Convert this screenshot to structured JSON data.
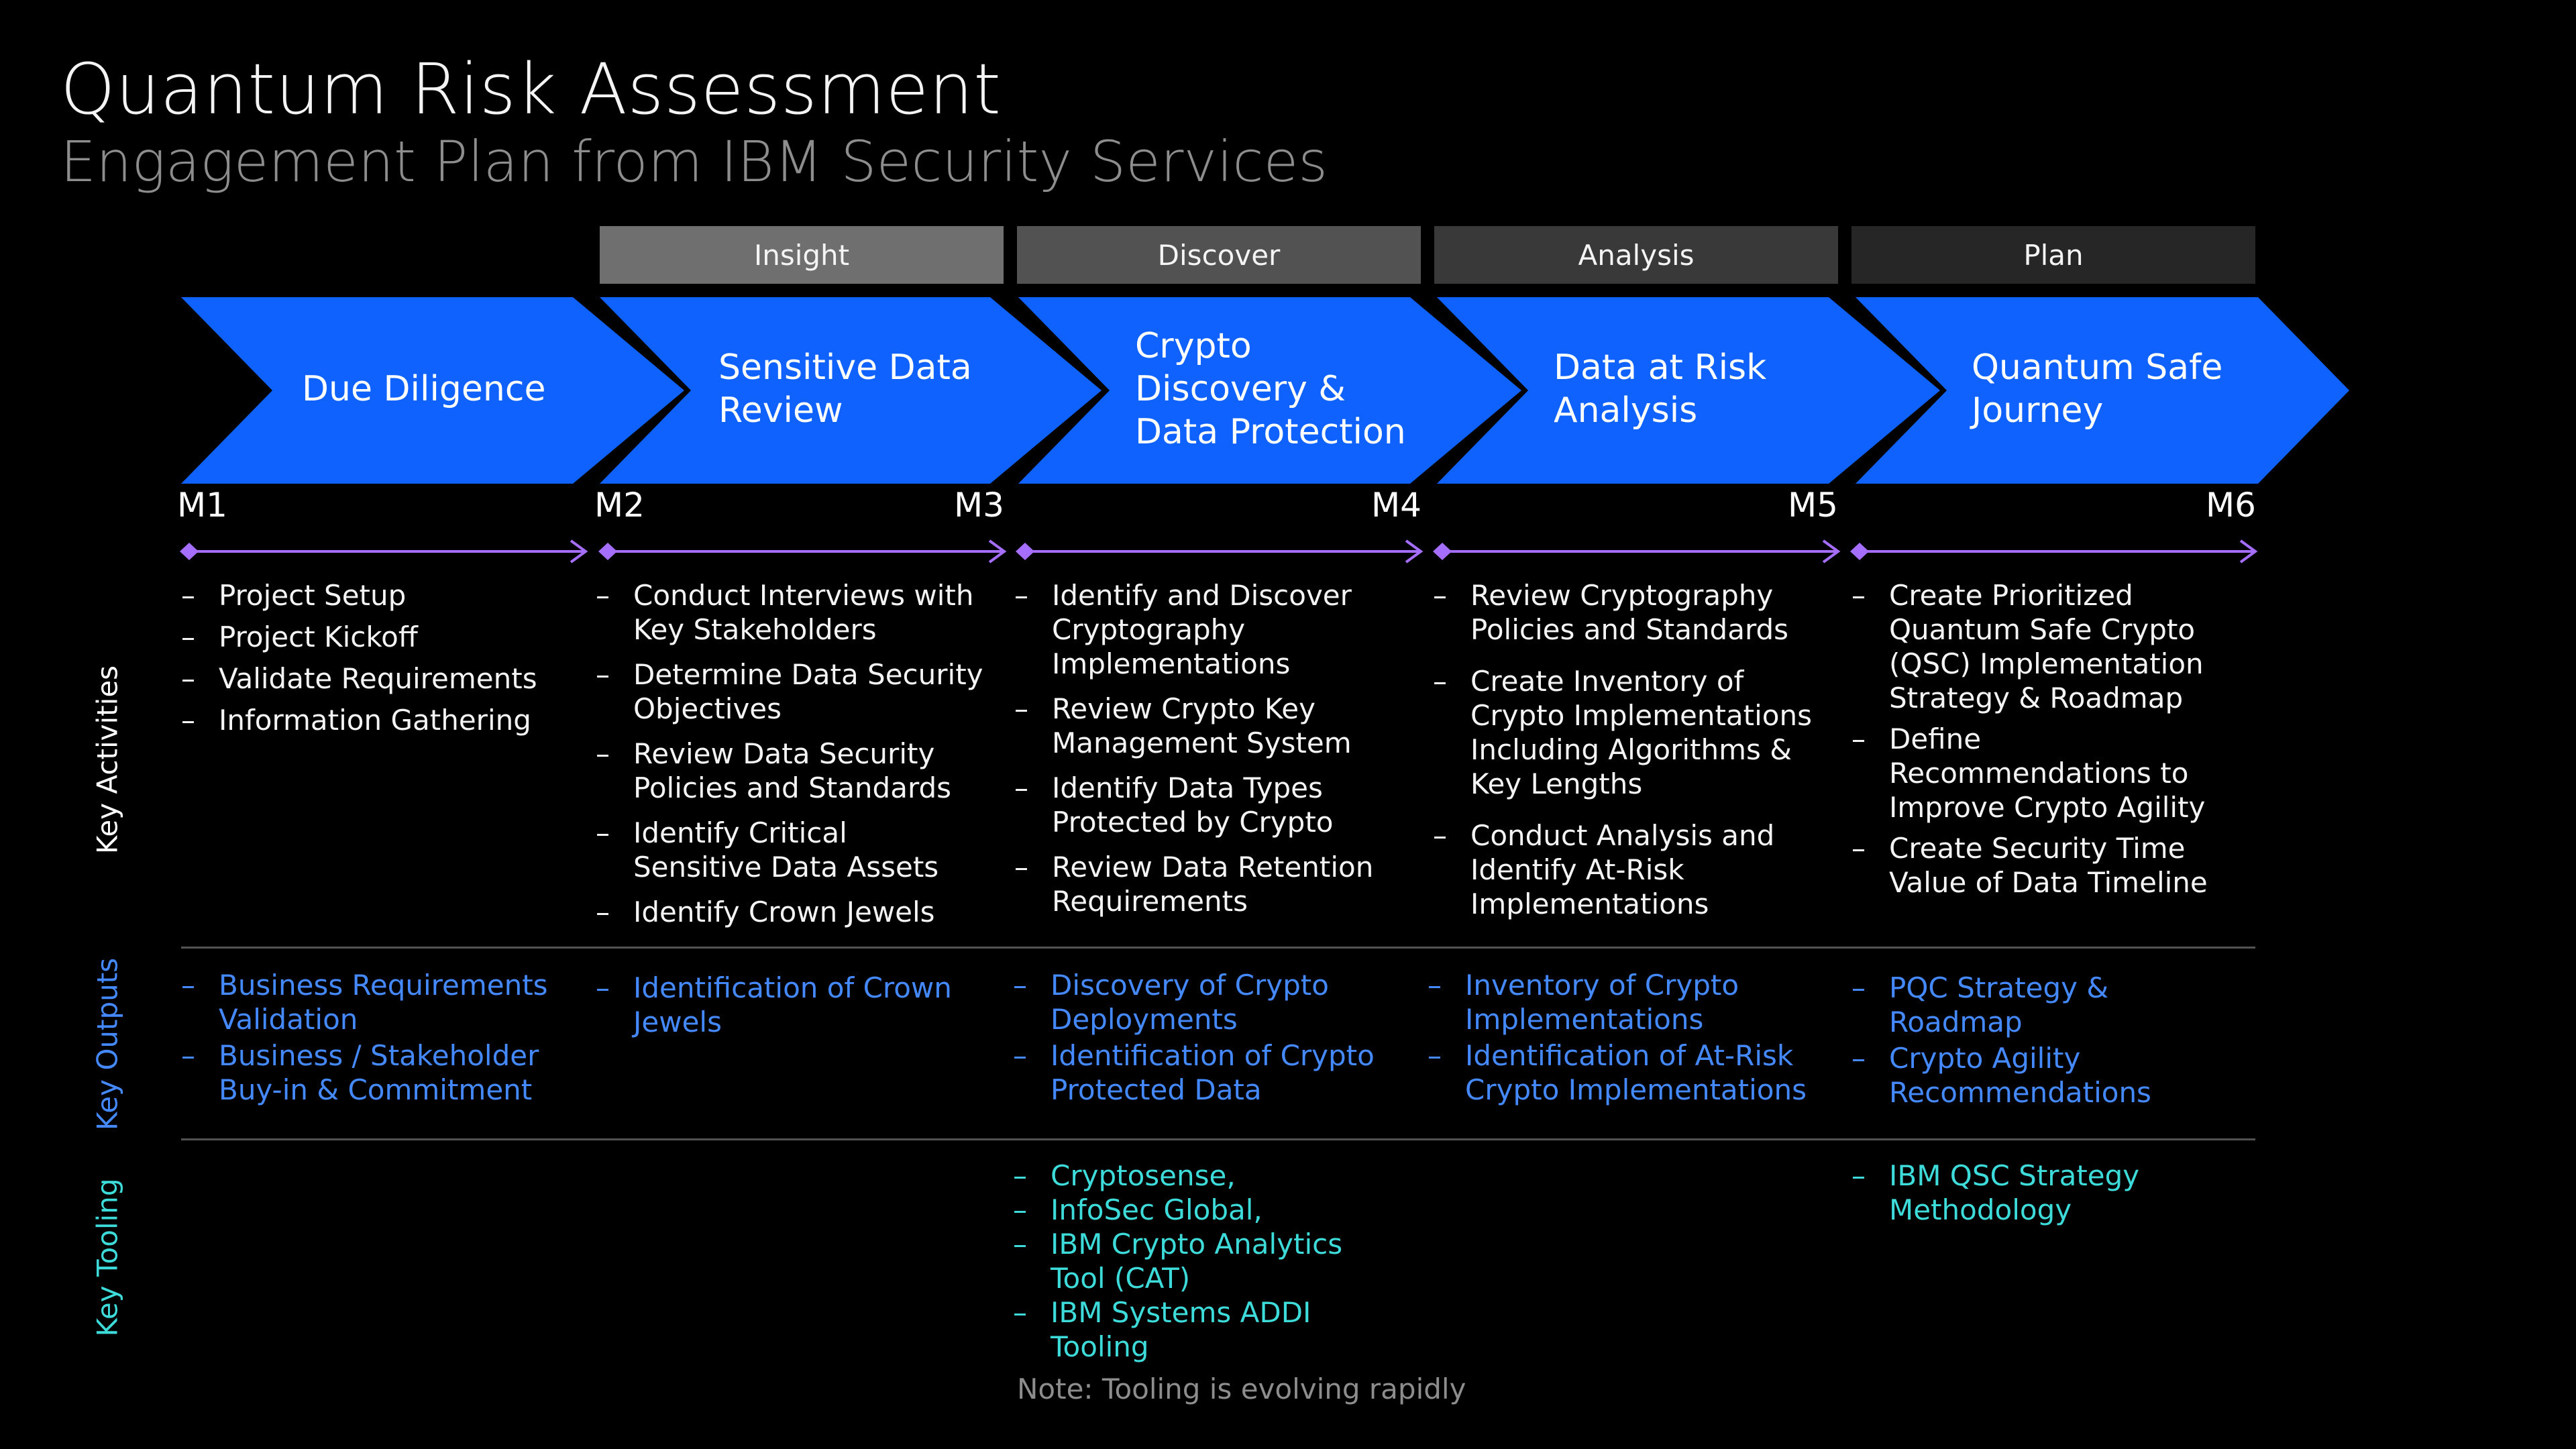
{
  "title": "Quantum Risk Assessment",
  "subtitle": "Engagement Plan from IBM Security Services",
  "phases": [
    "Insight",
    "Discover",
    "Analysis",
    "Plan"
  ],
  "stages": [
    {
      "lines": [
        "Due Diligence"
      ]
    },
    {
      "lines": [
        "Sensitive Data",
        "Review"
      ]
    },
    {
      "lines": [
        "Crypto",
        "Discovery &",
        "Data Protection"
      ]
    },
    {
      "lines": [
        "Data at Risk",
        "Analysis"
      ]
    },
    {
      "lines": [
        "Quantum Safe",
        "Journey"
      ]
    }
  ],
  "milestones": [
    "M1",
    "M2",
    "M3",
    "M4",
    "M5",
    "M6"
  ],
  "row_labels": {
    "activities": "Key Activities",
    "outputs": "Key Outputs",
    "tooling": "Key Tooling"
  },
  "activities": [
    {
      "items": [
        {
          "lines": [
            "Project Setup"
          ]
        },
        {
          "lines": [
            "Project Kickoff"
          ]
        },
        {
          "lines": [
            "Validate Requirements"
          ]
        },
        {
          "lines": [
            "Information Gathering"
          ]
        }
      ]
    },
    {
      "items": [
        {
          "lines": [
            "Conduct Interviews with",
            "Key Stakeholders"
          ]
        },
        {
          "lines": [
            "Determine Data Security",
            "Objectives"
          ]
        },
        {
          "lines": [
            "Review Data Security",
            "Policies and Standards"
          ]
        },
        {
          "lines": [
            "Identify Critical",
            "Sensitive Data Assets"
          ]
        },
        {
          "lines": [
            "Identify Crown Jewels"
          ]
        }
      ]
    },
    {
      "items": [
        {
          "lines": [
            "Identify and Discover",
            "Cryptography",
            "Implementations"
          ]
        },
        {
          "lines": [
            "Review Crypto Key",
            "Management System"
          ]
        },
        {
          "lines": [
            "Identify Data Types",
            "Protected by Crypto"
          ]
        },
        {
          "lines": [
            "Review Data Retention",
            "Requirements"
          ]
        }
      ]
    },
    {
      "items": [
        {
          "lines": [
            "Review Cryptography",
            "Policies and Standards"
          ]
        },
        {
          "lines": [
            "Create Inventory of",
            "Crypto Implementations",
            "Including Algorithms &",
            "Key Lengths"
          ]
        },
        {
          "lines": [
            "Conduct Analysis and",
            "Identify At-Risk",
            "Implementations"
          ]
        }
      ]
    },
    {
      "items": [
        {
          "lines": [
            "Create Prioritized",
            "Quantum Safe Crypto",
            "(QSC) Implementation",
            "Strategy & Roadmap"
          ]
        },
        {
          "lines": [
            "Define",
            "Recommendations to",
            "Improve Crypto Agility"
          ]
        },
        {
          "lines": [
            "Create Security Time",
            "Value of Data Timeline"
          ]
        }
      ]
    }
  ],
  "outputs": [
    {
      "items": [
        {
          "lines": [
            "Business Requirements",
            "Validation"
          ]
        },
        {
          "lines": [
            "Business / Stakeholder",
            "Buy-in & Commitment"
          ]
        }
      ]
    },
    {
      "items": [
        {
          "lines": [
            "Identification of Crown",
            "Jewels"
          ]
        }
      ]
    },
    {
      "items": [
        {
          "lines": [
            "Discovery of Crypto",
            "Deployments"
          ]
        },
        {
          "lines": [
            "Identification of Crypto",
            "Protected Data"
          ]
        }
      ]
    },
    {
      "items": [
        {
          "lines": [
            "Inventory of Crypto",
            "Implementations"
          ]
        },
        {
          "lines": [
            "Identification of At-Risk",
            "Crypto Implementations"
          ]
        }
      ]
    },
    {
      "items": [
        {
          "lines": [
            "PQC Strategy &",
            "Roadmap"
          ]
        },
        {
          "lines": [
            "Crypto Agility",
            "Recommendations"
          ]
        }
      ]
    }
  ],
  "tooling": [
    {
      "items": []
    },
    {
      "items": []
    },
    {
      "items": [
        {
          "lines": [
            "Cryptosense,"
          ]
        },
        {
          "lines": [
            "InfoSec Global,"
          ]
        },
        {
          "lines": [
            "IBM Crypto Analytics",
            "Tool (CAT)"
          ]
        },
        {
          "lines": [
            "IBM Systems ADDI",
            "Tooling"
          ]
        }
      ]
    },
    {
      "items": []
    },
    {
      "items": [
        {
          "lines": [
            "IBM QSC Strategy",
            "Methodology"
          ]
        }
      ]
    }
  ],
  "tooling_note": "Note: Tooling is evolving rapidly",
  "colors": {
    "chevron_blue": "#0f62fe",
    "timeline_purple": "#a56eff",
    "output_blue": "#4589ff",
    "tooling_teal": "#3ddbd9"
  }
}
